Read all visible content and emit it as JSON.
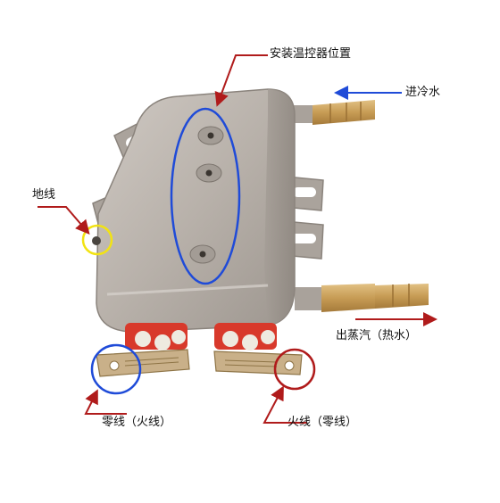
{
  "colors": {
    "background": "#ffffff",
    "metal": "#b9b2ab",
    "metal_dark": "#8f8881",
    "brass": "#c9a15e",
    "red_pointer": "#b01b1b",
    "blue_pointer": "#1f4bd8",
    "yellow_marker": "#f2e313",
    "terminal_red": "#d8392b"
  },
  "annotations": {
    "thermostat_position": "安装温控器位置",
    "cold_water_inlet": "进冷水",
    "ground_wire": "地线",
    "steam_outlet": "出蒸汽（热水）",
    "neutral_wire": "零线（火线）",
    "live_wire": "火线（零线）"
  }
}
